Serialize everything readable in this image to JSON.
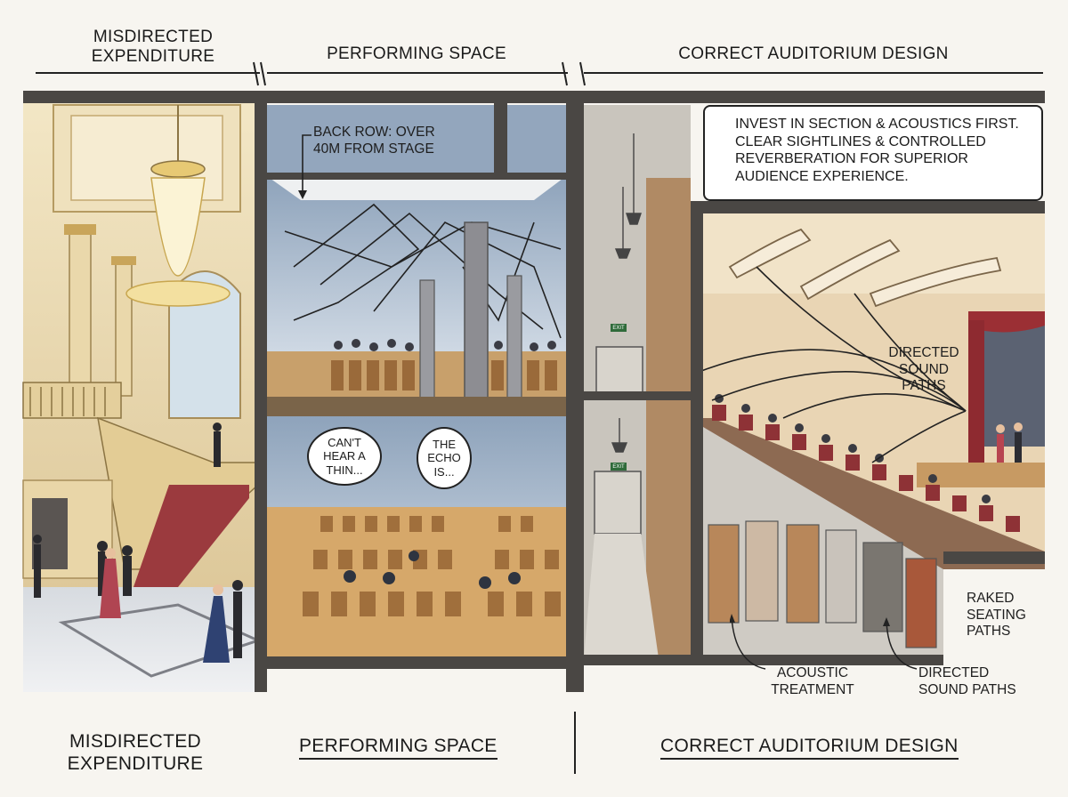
{
  "top_labels": {
    "left": [
      "MISDIRECTED",
      "EXPENDITURE"
    ],
    "middle": "PERFORMING SPACE",
    "right": "CORRECT AUDITORIUM DESIGN"
  },
  "bottom_labels": {
    "left": [
      "MISDIRECTED",
      "EXPENDITURE"
    ],
    "middle": "PERFORMING SPACE",
    "right": "CORRECT AUDITORIUM DESIGN"
  },
  "middle_panel": {
    "back_row_note": [
      "BACK ROW: OVER",
      "40M FROM STAGE"
    ],
    "bubble_left": [
      "CAN'T",
      "HEAR A",
      "THIN..."
    ],
    "bubble_right": [
      "THE",
      "ECHO",
      "IS..."
    ]
  },
  "right_panel": {
    "callout": [
      "INVEST IN SECTION & ACOUSTICS FIRST.",
      "CLEAR SIGHTLINES & CONTROLLED",
      "REVERBERATION FOR SUPERIOR",
      "AUDIENCE EXPERIENCE."
    ],
    "directed_sound": [
      "DIRECTED",
      "SOUND",
      "PATHS"
    ],
    "raked_seating": [
      "RAKED",
      "SEATING",
      "PATHS"
    ],
    "acoustic_treatment": [
      "ACOUSTIC",
      "TREATMENT"
    ],
    "directed_sound_bottom": [
      "DIRECTED",
      "SOUND PATHS"
    ],
    "exit_sign_1": "EXIT",
    "exit_sign_2": "EXIT"
  },
  "colors": {
    "frame": "#4a4744",
    "gold": "#e9d8aa",
    "cream": "#f2e6c8",
    "carpet": "#9b3a3e",
    "wood": "#c89a62",
    "chair": "#9a6a3a",
    "blue_wall": "#b9c7d6",
    "concrete": "#bdb9b2",
    "seat_red": "#8e3236"
  }
}
